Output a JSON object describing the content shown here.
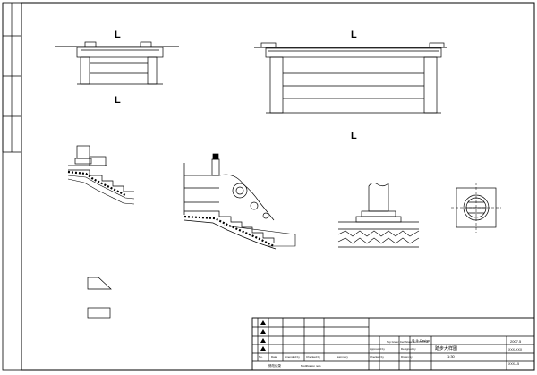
{
  "title_block": {
    "project_label": "Top Green Certificate No.XXXXX-X",
    "drawing_title": "踏步大样图",
    "scale": "1:30",
    "date": "2007.5",
    "drawing_no": "XXX-XXX",
    "sheet_no": "XXX-L5",
    "designer_label": "设 计 Design",
    "approved_by": "Approved by",
    "checked_by": "Checked by",
    "designed_by": "Designed by",
    "drawn_by": "Drawn by"
  },
  "revision_table": {
    "headers": [
      "No.",
      "Date",
      "Amended by",
      "Checked by",
      "Summary"
    ],
    "footer_zh": "修改记录",
    "footer_en": "Modification note"
  },
  "section_markers": [
    "L",
    "L",
    "L"
  ]
}
